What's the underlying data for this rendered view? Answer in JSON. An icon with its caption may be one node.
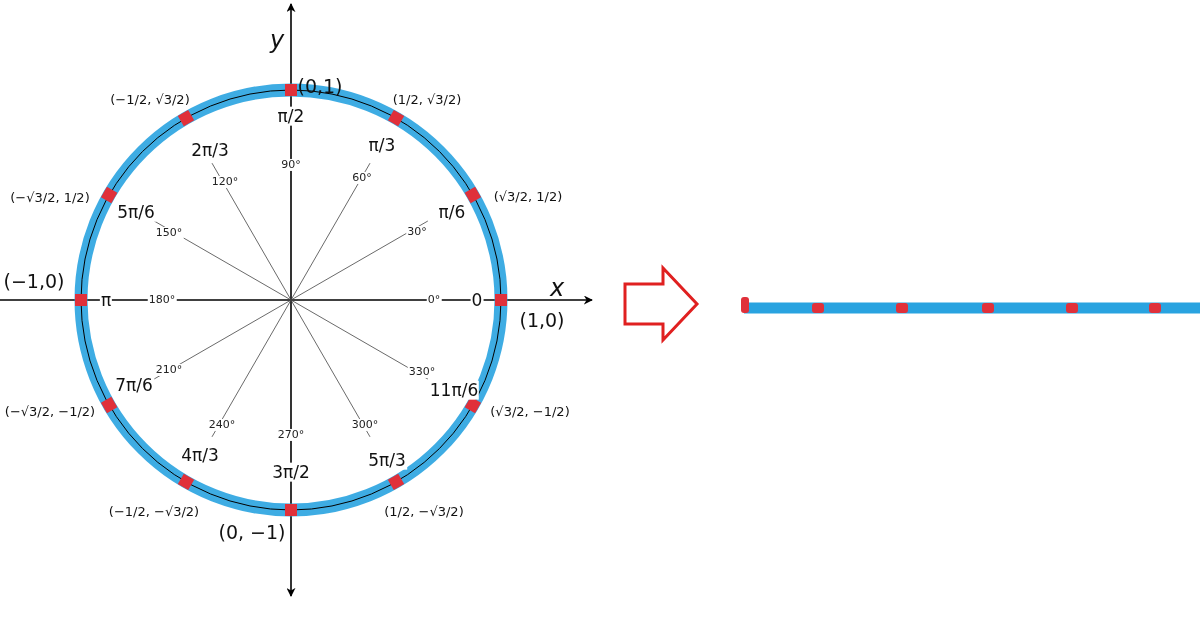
{
  "diagram": {
    "nodes": [
      {
        "text": [],
        "shape": "circle"
      },
      {
        "text": [],
        "shape": "bar"
      }
    ],
    "edges": [
      {
        "from": 0,
        "to": 1,
        "arrow": "to"
      }
    ],
    "labels": [
      "y",
      "(−1/2, √3/2)",
      "(0,1)",
      "(1/2, √3/2)",
      "π/2",
      "2π/3",
      "π/3",
      "90°",
      "120°",
      "60°",
      "(−√3/2, 1/2)",
      "5π/6",
      "(√3/2, 1/2)",
      "π/6",
      "150°",
      "30°",
      "(−1,0)",
      "x",
      "π",
      "180°",
      "0°",
      "0",
      "(1,0)",
      "210°",
      "330°",
      "7π/6",
      "11π/6",
      "(−√3/2, −1/2)",
      "(√3/2, −1/2)",
      "240°",
      "270°",
      "300°",
      "4π/3",
      "3π/2",
      "5π/3",
      "(−1/2, −√3/2)",
      "(1/2, −√3/2)",
      "(0, −1)"
    ]
  }
}
